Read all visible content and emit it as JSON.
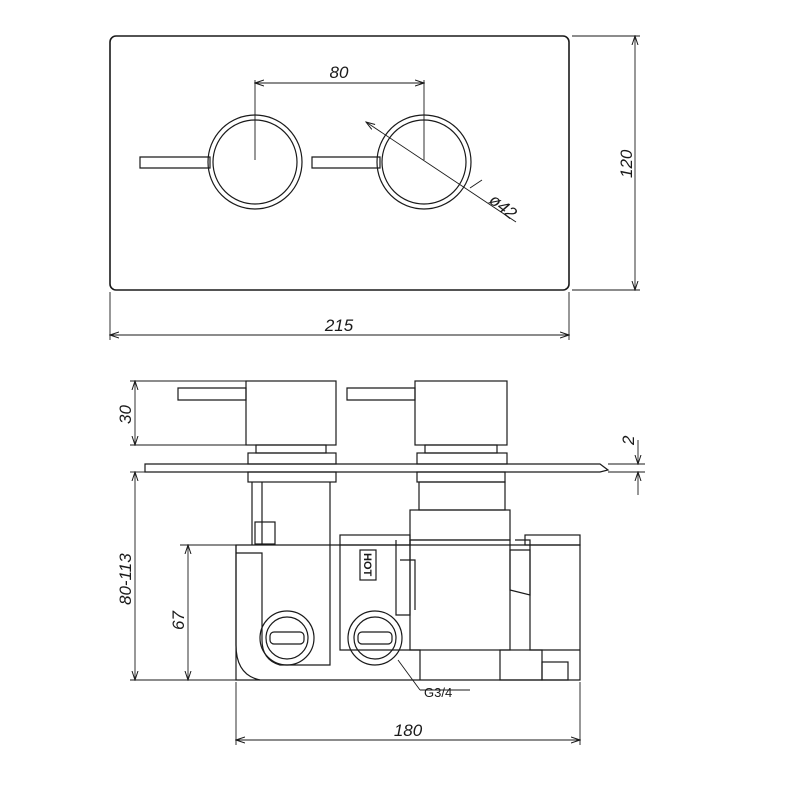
{
  "dimensions": {
    "spacing": "80",
    "diameter": "ø42",
    "plate_height": "120",
    "plate_width": "215",
    "handle_height": "30",
    "plate_thickness": "2",
    "depth_range": "80-113",
    "body_height": "67",
    "body_width": "180"
  },
  "labels": {
    "hot": "HOT",
    "thread": "G3/4"
  }
}
